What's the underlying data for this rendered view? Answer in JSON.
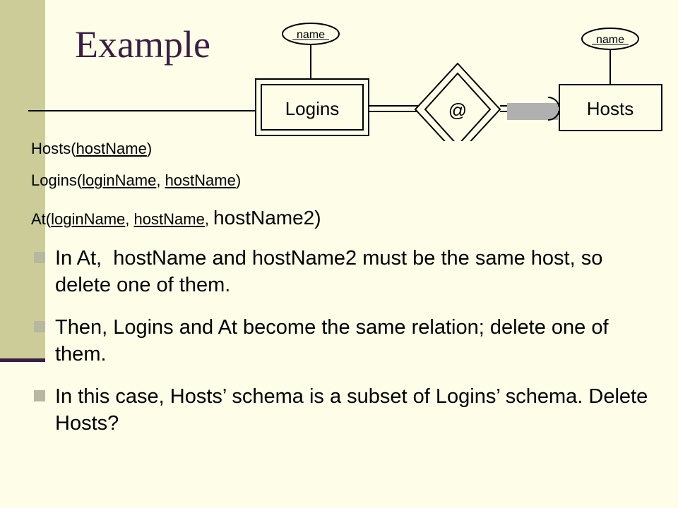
{
  "title": "Example",
  "diagram": {
    "entity_logins": "Logins",
    "entity_hosts": "Hosts",
    "relationship_at": "@",
    "attr_logins_name": "name",
    "attr_hosts_name": "name"
  },
  "schemas": {
    "hosts": {
      "prefix": "Hosts(",
      "key1": "hostName",
      "suffix": ")"
    },
    "logins": {
      "prefix": "Logins(",
      "key1": "loginName",
      "sep": ", ",
      "key2": "hostName",
      "suffix": ")"
    },
    "at": {
      "prefix": "At(",
      "key1": "loginName",
      "sep1": ", ",
      "key2": "hostName",
      "sep2": ", ",
      "extra": "hostName2)"
    }
  },
  "bullets": [
    "In At,  hostName and hostName2 must be the same host, so delete one of them.",
    "Then, Logins and At become the same relation; delete one of them.",
    "In this case, Hosts’ schema is a subset of Logins’ schema. Delete Hosts?"
  ],
  "colors": {
    "background": "#fefde8",
    "sidebar": "#cccc99",
    "title": "#3a1e44",
    "shape_border": "#000000",
    "shape_fill": "#fefde8",
    "weak_marker": "#b0b0b0"
  }
}
